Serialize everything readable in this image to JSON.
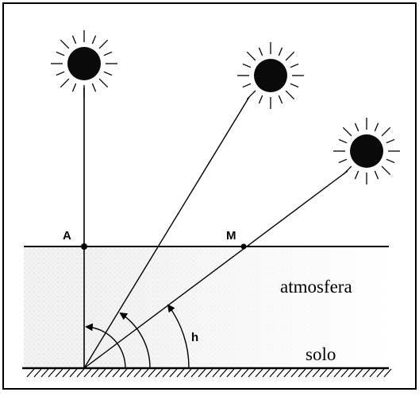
{
  "diagram": {
    "labels": {
      "point_a": "A",
      "point_m": "M",
      "angle_h": "h",
      "atmosphere": "atmosfera",
      "ground": "solo"
    },
    "suns": [
      {
        "id": "zenith",
        "icon": "sun-icon"
      },
      {
        "id": "middle",
        "icon": "sun-icon"
      },
      {
        "id": "low",
        "icon": "sun-icon"
      }
    ],
    "colors": {
      "ink": "#000000",
      "atmosphere_fill": "#ececec",
      "background": "#ffffff"
    }
  }
}
